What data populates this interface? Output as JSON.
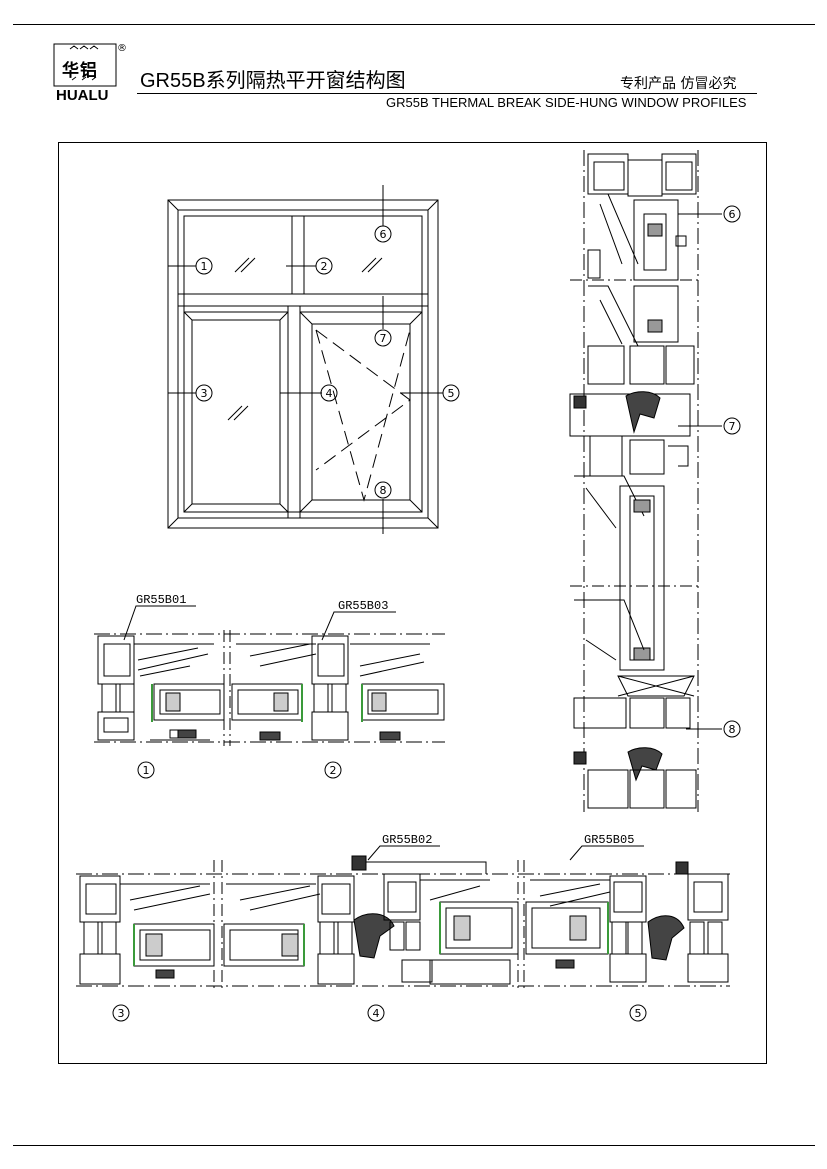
{
  "header": {
    "logo_cn": "华铝",
    "logo_reg": "®",
    "logo_en": "HUALU",
    "title_cn": "GR55B系列隔热平开窗结构图",
    "patent": "专利产品  仿冒必究",
    "title_en": "GR55B THERMAL BREAK SIDE-HUNG WINDOW PROFILES"
  },
  "profile_labels": {
    "b01": "GR55B01",
    "b03": "GR55B03",
    "b02": "GR55B02",
    "b05": "GR55B05"
  },
  "callouts": {
    "c1": "1",
    "c2": "2",
    "c3": "3",
    "c4": "4",
    "c5": "5",
    "c6": "6",
    "c7": "7",
    "c8": "8"
  },
  "colors": {
    "line": "#000000",
    "seal": "#222222",
    "glass_spacer": "#3a9a3a"
  }
}
